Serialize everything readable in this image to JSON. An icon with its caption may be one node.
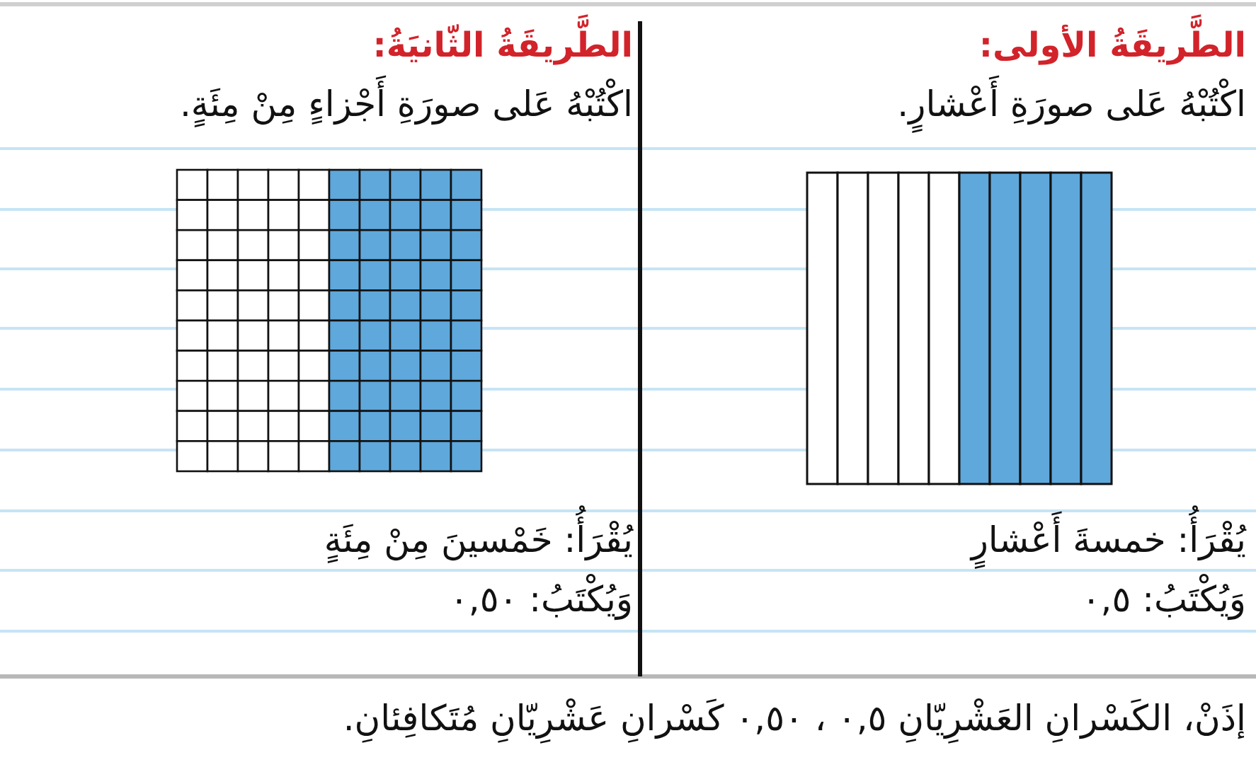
{
  "diagram": {
    "labels": [
      "الطَّريقَةُ الأولى:",
      "اكْتُبْهُ عَلى صورَةِ أَعْشارٍ.",
      "الطَّريقَةُ الثّانيَةُ:",
      "اكْتُبْهُ عَلى صورَةِ أَجْزاءٍ مِنْ مِئَةٍ.",
      "يُقْرَأُ: خمسةَ أَعْشارٍ",
      "وَيُكْتَبُ: ٠,٥",
      "يُقْرَأُ: خَمْسينَ مِنْ مِئَةٍ",
      "وَيُكْتَبُ: ٠,٥٠",
      "إذَنْ، الكَسْرانِ العَشْرِيّانِ ٠,٥ ، ٠,٥٠ كَسْرانِ عَشْرِيّانِ مُتَكافِئانِ."
    ]
  }
}
